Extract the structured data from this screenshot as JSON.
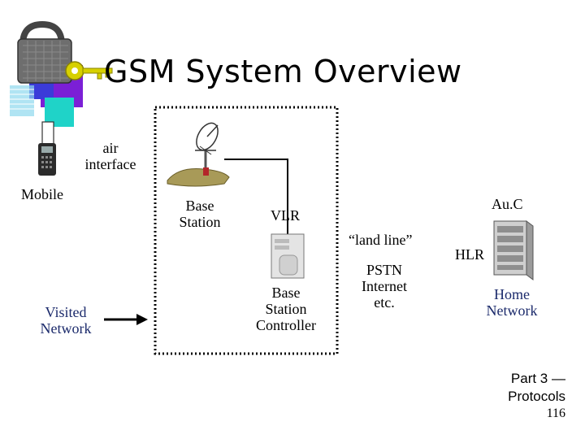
{
  "slide": {
    "title": "GSM System Overview",
    "footer": {
      "part": "Part 3 —",
      "topic": "Protocols",
      "page": "116"
    }
  },
  "diagram": {
    "air_interface": [
      "air",
      "interface"
    ],
    "mobile": "Mobile",
    "visited_network": [
      "Visited",
      "Network"
    ],
    "base_station": [
      "Base",
      "Station"
    ],
    "vlr": "VLR",
    "base_station_controller": [
      "Base",
      "Station",
      "Controller"
    ],
    "land_line": "“land line”",
    "pstn": [
      "PSTN",
      "Internet",
      "etc."
    ],
    "auc": "Au.C",
    "hlr": "HLR",
    "home_network": [
      "Home",
      "Network"
    ]
  },
  "colors": {
    "logo_magenta": "#7b1fd6",
    "logo_cyan": "#1fd3c8",
    "logo_blue": "#3b3bd9",
    "key_gold": "#d7d000",
    "text_navy": "#1b2a6b"
  }
}
